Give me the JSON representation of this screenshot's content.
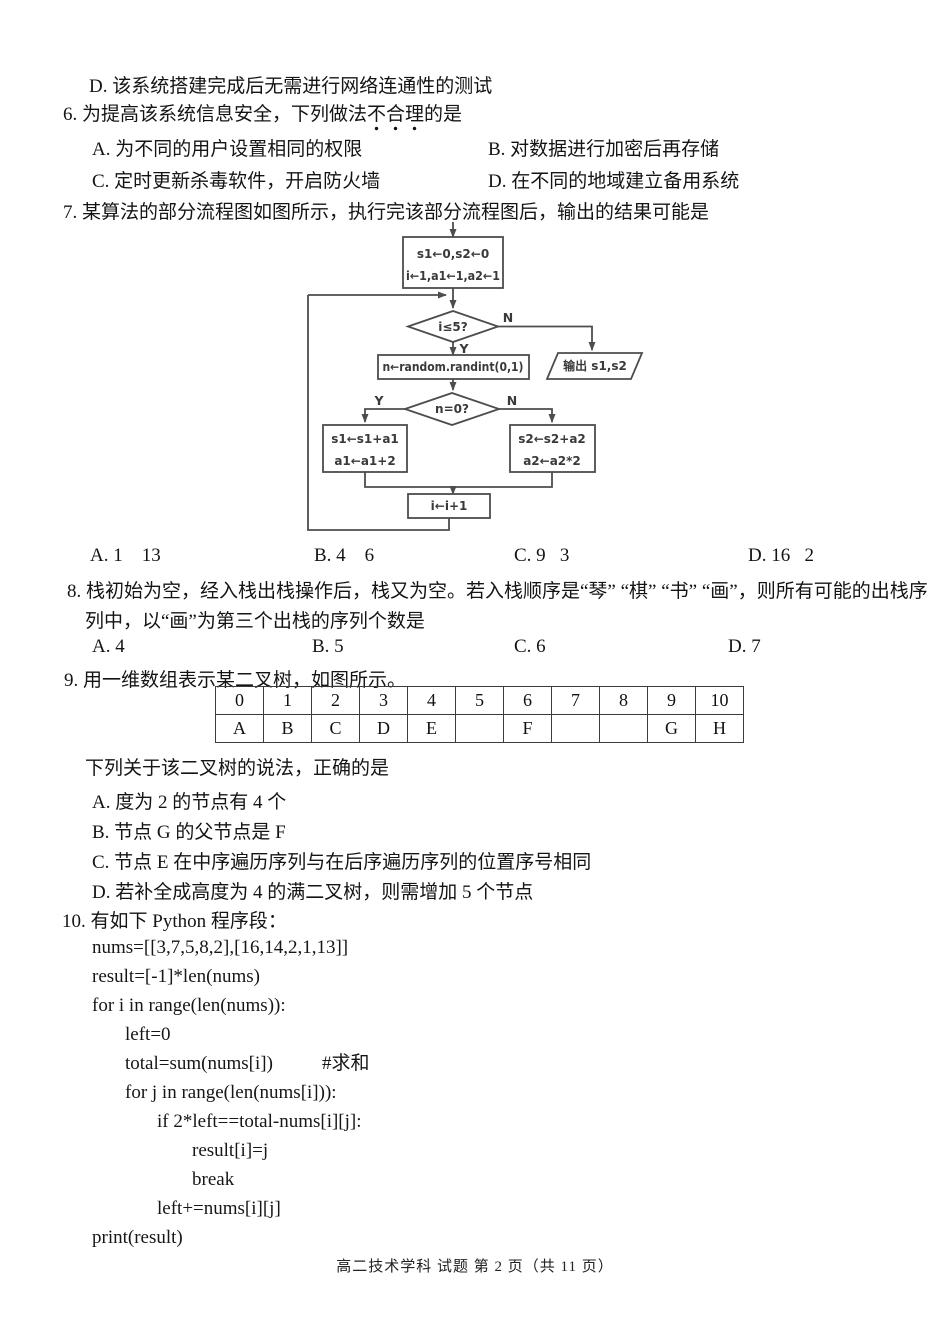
{
  "prev_question": {
    "option_d": "D. 该系统搭建完成后无需进行网络连通性的测试"
  },
  "q6": {
    "stem_prefix": "6. 为提高该系统信息安全，下列做法",
    "stem_emphasis": "不合理",
    "stem_suffix": "的是",
    "option_a": "A. 为不同的用户设置相同的权限",
    "option_b": "B. 对数据进行加密后再存储",
    "option_c": "C. 定时更新杀毒软件，开启防火墙",
    "option_d": "D. 在不同的地域建立备用系统"
  },
  "q7": {
    "stem": "7. 某算法的部分流程图如图所示，执行完该部分流程图后，输出的结果可能是",
    "flowchart": {
      "init_line1": "s1←0,s2←0",
      "init_line2": "i←1,a1←1,a2←1",
      "cond1": "i≤5?",
      "random_box": "n←random.randint(0,1)",
      "output_box": "输出 s1,s2",
      "cond2": "n=0?",
      "left_box_line1": "s1←s1+a1",
      "left_box_line2": "a1←a1+2",
      "right_box_line1": "s2←s2+a2",
      "right_box_line2": "a2←a2*2",
      "inc_box": "i←i+1",
      "label_yes": "Y",
      "label_no": "N"
    },
    "option_a": "A. 1    13",
    "option_b": "B. 4    6",
    "option_c": "C. 9   3",
    "option_d": "D. 16   2"
  },
  "q8": {
    "stem_line1": "8. 栈初始为空，经入栈出栈操作后，栈又为空。若入栈顺序是“琴” “棋” “书” “画”，则所有可能的出栈序",
    "stem_line2": "列中，以“画”为第三个出栈的序列个数是",
    "option_a": "A. 4",
    "option_b": "B. 5",
    "option_c": "C. 6",
    "option_d": "D. 7"
  },
  "q9": {
    "stem": "9. 用一维数组表示某二叉树，如图所示。",
    "table": {
      "indices": [
        "0",
        "1",
        "2",
        "3",
        "4",
        "5",
        "6",
        "7",
        "8",
        "9",
        "10"
      ],
      "values": [
        "A",
        "B",
        "C",
        "D",
        "E",
        "",
        "F",
        "",
        "",
        "G",
        "H"
      ]
    },
    "sub_stem": "下列关于该二叉树的说法，正确的是",
    "option_a": "A. 度为 2 的节点有 4 个",
    "option_b": "B. 节点 G 的父节点是 F",
    "option_c": "C. 节点 E 在中序遍历序列与在后序遍历序列的位置序号相同",
    "option_d": "D. 若补全成高度为 4 的满二叉树，则需增加 5 个节点"
  },
  "q10": {
    "stem": "10. 有如下 Python 程序段：",
    "code": {
      "l1": "nums=[[3,7,5,8,2],[16,14,2,1,13]]",
      "l2": "result=[-1]*len(nums)",
      "l3": "for i in range(len(nums)):",
      "l4": "left=0",
      "l5": "total=sum(nums[i])",
      "l5_comment": "#求和",
      "l6": "for j in range(len(nums[i])):",
      "l7": "if 2*left==total-nums[i][j]:",
      "l8": "result[i]=j",
      "l9": "break",
      "l10": "left+=nums[i][j]",
      "l11": "print(result)"
    }
  },
  "footer": {
    "text": "高二技术学科 试题 第 2 页（共 11 页）"
  }
}
